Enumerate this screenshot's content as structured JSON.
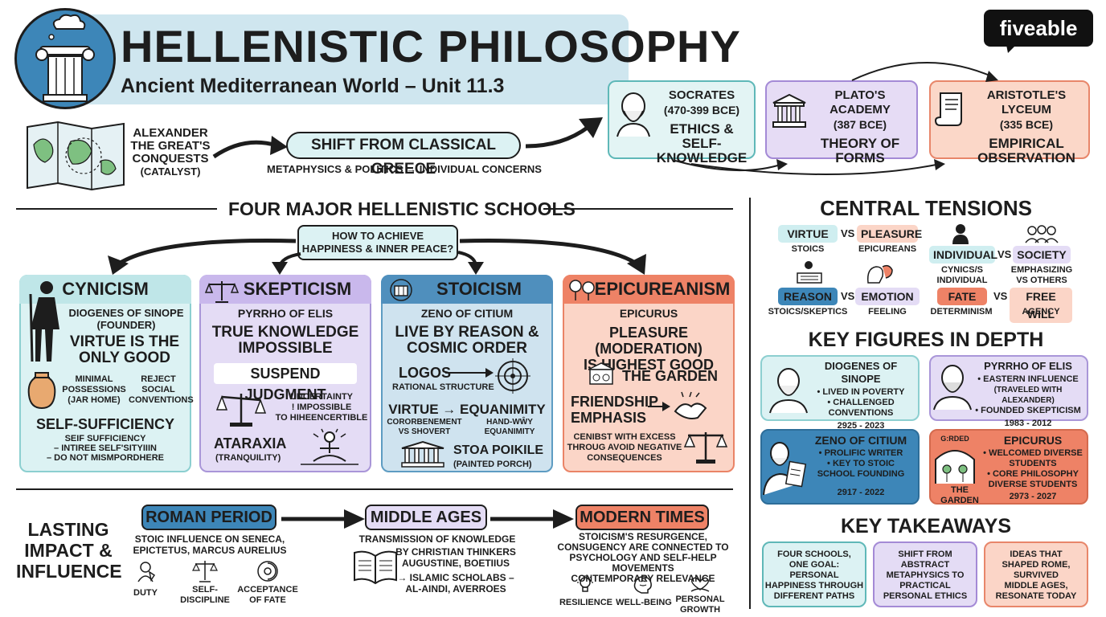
{
  "header": {
    "title": "HELLENISTIC PHILOSOPHY",
    "subtitle": "Ancient Mediterranean World – Unit 11.3",
    "brand": "fiveable"
  },
  "intro": {
    "catalyst": [
      "ALEXANDER",
      "THE GREAT'S",
      "CONQUESTS",
      "(CATALYST)"
    ],
    "shift_title": "SHIFT FROM CLASSICAL GREECE",
    "shift_caption": "METAPHYSICS & POLITICS → INDIVIDUAL CONCERNS"
  },
  "classical": [
    {
      "name": "SOCRATES",
      "date": "(470-399 BCE)",
      "idea": [
        "ETHICS &",
        "SELF-KNOWLEDGE"
      ],
      "fill": "#e3f4f4",
      "stroke": "#5fb8b8"
    },
    {
      "name": "PLATO'S ACADEMY",
      "date": "(387 BCE)",
      "idea": [
        "THEORY OF",
        "FORMS"
      ],
      "fill": "#e6dcf5",
      "stroke": "#a48ad6"
    },
    {
      "name": "ARISTOTLE'S LYCEUM",
      "date": "(335 BCE)",
      "idea": [
        "EMPIRICAL",
        "OBSERVATION"
      ],
      "fill": "#fbd7c8",
      "stroke": "#e8866a"
    }
  ],
  "schools_section": {
    "title": "FOUR MAJOR HELLENISTIC SCHOOLS",
    "question": [
      "HOW TO ACHIEVE",
      "HAPPINESS & INNER PEACE?"
    ]
  },
  "schools": {
    "cynicism": {
      "title": "CYNICISM",
      "founder": [
        "DIOGENES OF SINOPE",
        "(FOUNDER)"
      ],
      "tenet": [
        "VIRTUE IS THE",
        "ONLY GOOD"
      ],
      "left_note": [
        "MINIMAL",
        "POSSESSIONS",
        "(JAR HOME)"
      ],
      "right_note": [
        "REJECT",
        "SOCIAL",
        "CONVENTIONS"
      ],
      "key": "SELF-SUFFICIENCY",
      "key_notes": [
        "SEIF SUFFICIENCY",
        "– INTIREE SELF'SITYIIIN",
        "– DO NOT MISMPORDHERE"
      ],
      "fill": "#dcf2f3",
      "stroke": "#8ccfd0"
    },
    "skepticism": {
      "title": "SKEPTICISM",
      "founder": "PYRRHO OF ELIS",
      "tenet": [
        "TRUE KNOWLEDGE",
        "IMPOSSIBLE"
      ],
      "key": "SUSPEND JUDGMENT",
      "notes": [
        "UNCERTAINTY",
        "! IMPOSSIBLE",
        "TO HIHEENCERTIBLE"
      ],
      "end": "ATARAXIA",
      "end_sub": "(TRANQUILITY)",
      "fill": "#e4dcf5",
      "stroke": "#a996d8"
    },
    "stoicism": {
      "title": "STOICISM",
      "founder": "ZENO OF CITIUM",
      "tenet": [
        "LIVE BY REASON &",
        "COSMIC ORDER"
      ],
      "logos": "LOGOS",
      "logos_sub": "RATIONAL STRUCTURE",
      "virtue": "VIRTUE → EQUANIMITY",
      "virtue_left": [
        "CORORBENEMENT",
        "VS SHOVERT"
      ],
      "virtue_right": [
        "HAND-WŴY",
        "EQUANIMITY"
      ],
      "place": "STOA POIKILE",
      "place_sub": "(PAINTED PORCH)",
      "fill": "#cfe3ef",
      "stroke": "#5e9cc2"
    },
    "epicureanism": {
      "title": "EPICUREANISM",
      "founder": "EPICURUS",
      "tenet": [
        "PLEASURE (MODERATION)",
        "IS HIGHEST GOOD"
      ],
      "garden": "THE GARDEN",
      "friend": [
        "FRIENDSHIP",
        "EMPHASIS"
      ],
      "notes": [
        "CENIBST WITH EXCESS",
        "THROUG AVOID NEGATIVE",
        "CONSEQUENCES"
      ],
      "fill": "#fbd5c7",
      "stroke": "#ea8467"
    }
  },
  "impact": {
    "title": [
      "LASTING",
      "IMPACT &",
      "INFLUENCE"
    ],
    "roman": {
      "title": "ROMAN PERIOD",
      "text": [
        "STOIC INFLUENCE ON SENECA,",
        "EPICTETUS, MARCUS AURELIUS"
      ],
      "icons": [
        [
          "DUTY"
        ],
        [
          "SELF-",
          "DISCIPLINE"
        ],
        [
          "ACCEPTANCE",
          "OF FATE"
        ]
      ]
    },
    "middle": {
      "title": "MIDDLE AGES",
      "text": [
        "TRANSMISSION OF KNOWLEDGE",
        "BY CHRISTIAN THINKERS",
        "AUGUSTINE, BOETIIUS"
      ],
      "text2": [
        "→ ISLAMIC SCHOLABS –",
        "AL-AINDI, AVERROES"
      ]
    },
    "modern": {
      "title": "MODERN TIMES",
      "text": [
        "STOICISM'S RESURGENCE,",
        "CONSUGENCY ARE CONNECTED TO",
        "PSYCHOLOGY AND SELF-HELP MOVEMENTS",
        "CONTEMPORARY RELEVANCE"
      ],
      "icons": [
        [
          "RESILIENCE"
        ],
        [
          "WELL-BEING"
        ],
        [
          "PERSONAL",
          "GROWTH"
        ]
      ]
    }
  },
  "tensions": {
    "title": "CENTRAL TENSIONS",
    "vs": "VS",
    "pairs": [
      {
        "a": "VIRTUE",
        "a_sub": "STOICS",
        "b": "PLEASURE",
        "b_sub": "EPICUREANS"
      },
      {
        "a": "INDIVIDUAL",
        "a_sub": "CYNICS/S INDIVIDUAL",
        "b": "SOCIETY",
        "b_sub": "EMPHASIZING VS OTHERS"
      },
      {
        "a": "REASON",
        "a_sub": "STOICS/SKEPTICS",
        "b": "EMOTION",
        "b_sub": "FEELING"
      },
      {
        "a": "FATE",
        "a_sub": "DETERMINISM",
        "b": "FREE WILL",
        "b_sub": "AGENCY"
      }
    ]
  },
  "figures": {
    "title": "KEY FIGURES IN DEPTH",
    "cards": [
      {
        "name": "DIOGENES OF SINOPE",
        "points": [
          "• LIVED IN POVERTY",
          "• CHALLENGED",
          "CONVENTIONS"
        ],
        "dates": "2925 - 2023",
        "fill": "#dcf2f3"
      },
      {
        "name": "PYRRHO OF ELIS",
        "points": [
          "• EASTERN INFLUENCE",
          "(TRAVELED WITH ALEXANDER)",
          "• FOUNDED SKEPTICISM"
        ],
        "dates": "1983 - 2012",
        "fill": "#e4dcf5"
      },
      {
        "name": "ZENO OF CITIUM",
        "points": [
          "• PROLIFIC WRITER",
          "• KEY TO STOIC",
          "SCHOOL FOUNDING"
        ],
        "dates": "2917 - 2022",
        "fill": "#3d86b8"
      },
      {
        "name": "EPICURUS",
        "points": [
          "• WELCOMED DIVERSE",
          "STUDENTS",
          "• CORE PHILOSOPHY",
          "DIVERSE STUDENTS"
        ],
        "dates": "2973 - 2027",
        "fill": "#ee8266",
        "sign": "G:RDED",
        "garden": "THE GARDEN"
      }
    ]
  },
  "takeaways": {
    "title": "KEY TAKEAWAYS",
    "cards": [
      {
        "text": [
          "FOUR SCHOOLS,",
          "ONE GOAL:",
          "PERSONAL",
          "HAPPINESS THROUGH",
          "DIFFERENT PATHS"
        ],
        "fill": "#dcf2f3"
      },
      {
        "text": [
          "SHIFT FROM",
          "ABSTRACT",
          "METAPHYSICS TO",
          "PRACTICAL",
          "PERSONAL ETHICS"
        ],
        "fill": "#e4dcf5"
      },
      {
        "text": [
          "IDEAS THAT",
          "SHAPED ROME,",
          "SURVIVED",
          "MIDDLE AGES,",
          "RESONATE TODAY"
        ],
        "fill": "#fbd5c7"
      }
    ]
  }
}
